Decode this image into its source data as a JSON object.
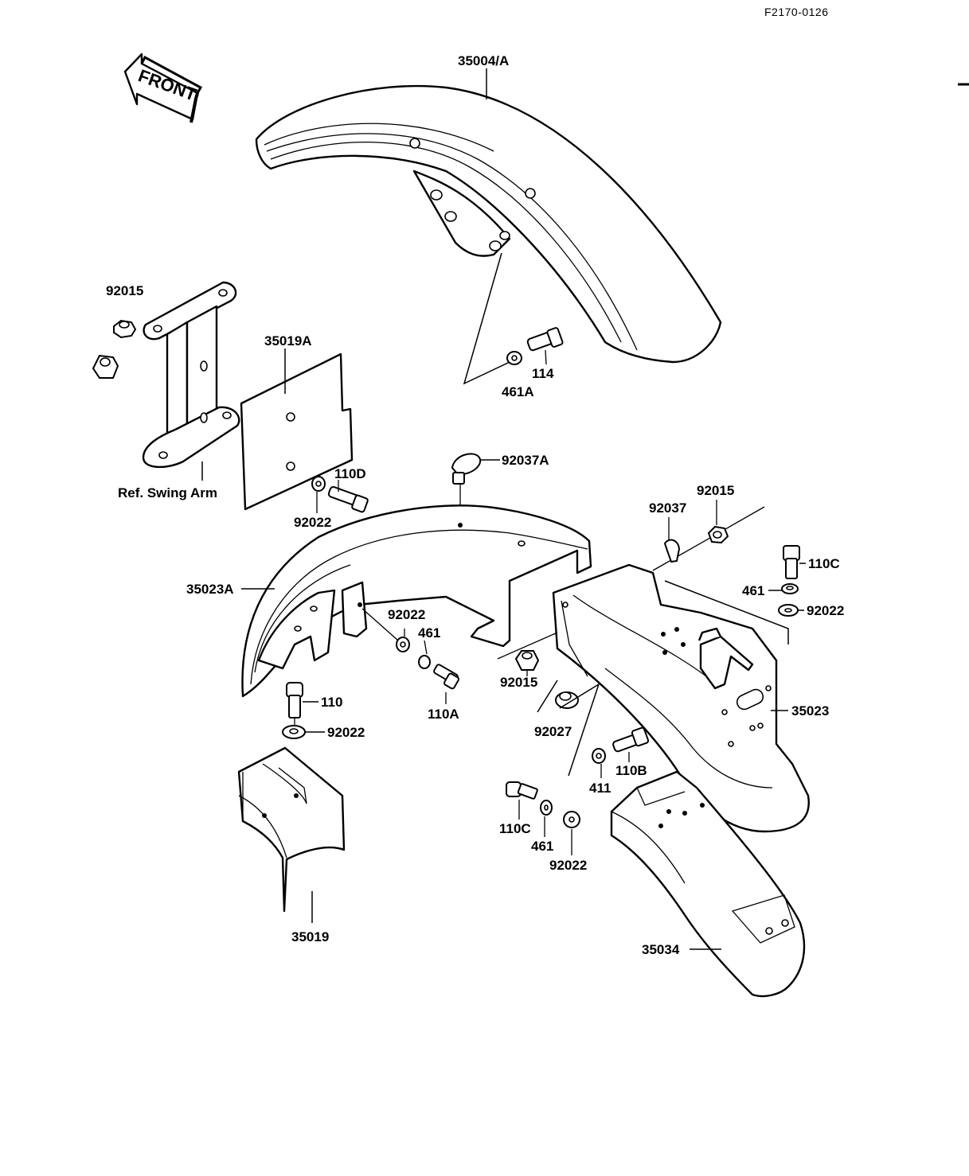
{
  "header": {
    "code": "F2170-0126"
  },
  "front_arrow": {
    "text": "FRONT"
  },
  "labels": {
    "p35004A": "35004/A",
    "p92015_top": "92015",
    "p35019A": "35019A",
    "p114": "114",
    "p461A": "461A",
    "p92037A": "92037A",
    "p110D": "110D",
    "ref_swing_arm": "Ref.  Swing Arm",
    "p92022_a": "92022",
    "p92037": "92037",
    "p92015_b": "92015",
    "p110C_a": "110C",
    "p461_a": "461",
    "p92022_b": "92022",
    "p35023A": "35023A",
    "p92022_c": "92022",
    "p461_b": "461",
    "p92015_c": "92015",
    "p110A": "110A",
    "p110": "110",
    "p92022_d": "92022",
    "p92027": "92027",
    "p35023": "35023",
    "p110B": "110B",
    "p411": "411",
    "p110C_b": "110C",
    "p461_c": "461",
    "p92022_e": "92022",
    "p35019": "35019",
    "p35034": "35034"
  }
}
